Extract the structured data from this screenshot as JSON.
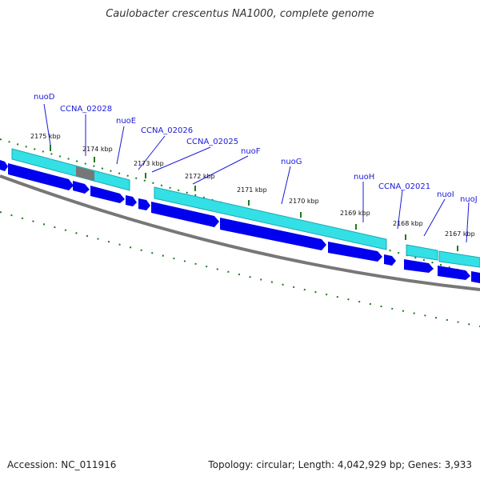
{
  "title": "Caulobacter crescentus NA1000, complete genome",
  "footer": {
    "accession": "Accession: NC_011916",
    "summary": "Topology: circular; Length: 4,042,929 bp; Genes: 3,933"
  },
  "gene_labels": [
    "nuoD",
    "CCNA_02028",
    "nuoE",
    "CCNA_02026",
    "CCNA_02025",
    "nuoF",
    "nuoG",
    "nuoH",
    "CCNA_02021",
    "nuoI",
    "nuoJ"
  ],
  "kbp_labels": [
    "2175 kbp",
    "2174 kbp",
    "2173 kbp",
    "2172 kbp",
    "2171 kbp",
    "2170 kbp",
    "2169 kbp",
    "2168 kbp",
    "2167 kbp"
  ],
  "colors": {
    "cds_forward": "#0000ee",
    "feature_band": "#33e0e6",
    "gap_feature": "#777777",
    "backbone": "#777777",
    "tick_green": "#1e7a1e",
    "label_blue": "#1a1ad6"
  }
}
